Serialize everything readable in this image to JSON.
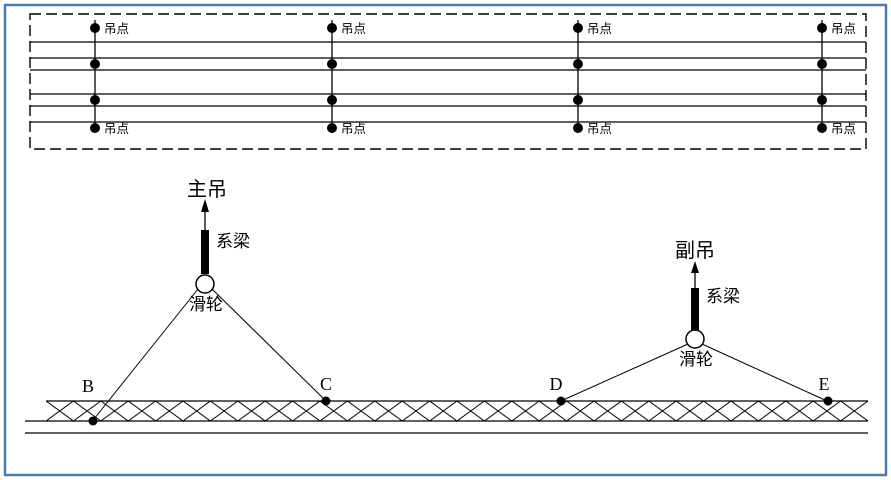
{
  "plan_view": {
    "lift_point_label": "吊点"
  },
  "elevation": {
    "main_crane_label": "主吊",
    "aux_crane_label": "副吊",
    "main_tie_beam_label": "系梁",
    "aux_tie_beam_label": "系梁",
    "main_pulley_label": "滑轮",
    "aux_pulley_label": "滑轮",
    "point_b": "B",
    "point_c": "C",
    "point_d": "D",
    "point_e": "E"
  },
  "colors": {
    "frame_border": "#4d7ca8",
    "line_color": "#000000"
  }
}
